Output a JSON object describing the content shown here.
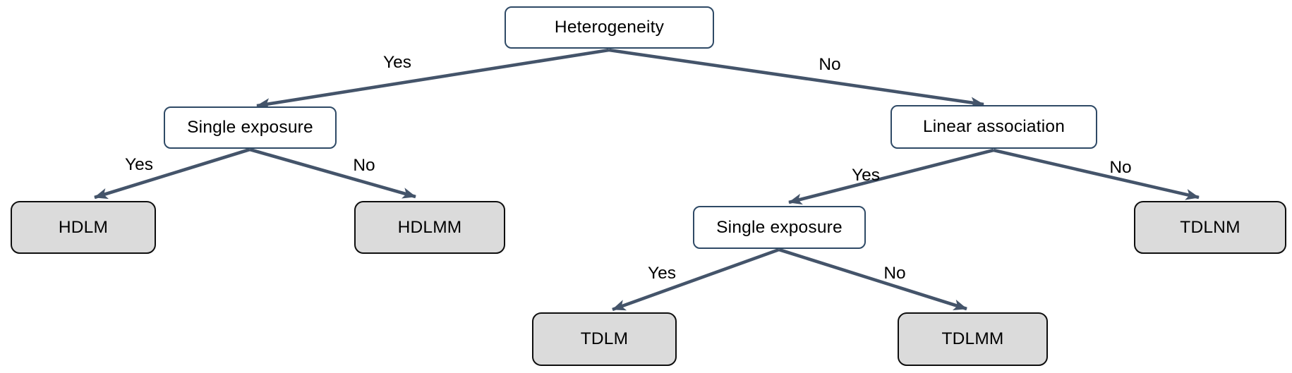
{
  "colors": {
    "background": "#ffffff",
    "connector": "#44546a",
    "decision_box_border": "#2f4a66",
    "decision_box_fill": "#ffffff",
    "leaf_box_fill": "#dbdbdb",
    "leaf_box_border": "#0e0e0e",
    "text": "#000000"
  },
  "tree": {
    "label": "Heterogeneity",
    "children": [
      {
        "edge": "Yes",
        "label": "Single exposure",
        "children": [
          {
            "edge": "Yes",
            "label": "HDLM"
          },
          {
            "edge": "No",
            "label": "HDLMM"
          }
        ]
      },
      {
        "edge": "No",
        "label": "Linear association",
        "children": [
          {
            "edge": "Yes",
            "label": "Single exposure",
            "children": [
              {
                "edge": "Yes",
                "label": "TDLM"
              },
              {
                "edge": "No",
                "label": "TDLMM"
              }
            ]
          },
          {
            "edge": "No",
            "label": "TDLNM"
          }
        ]
      }
    ]
  }
}
